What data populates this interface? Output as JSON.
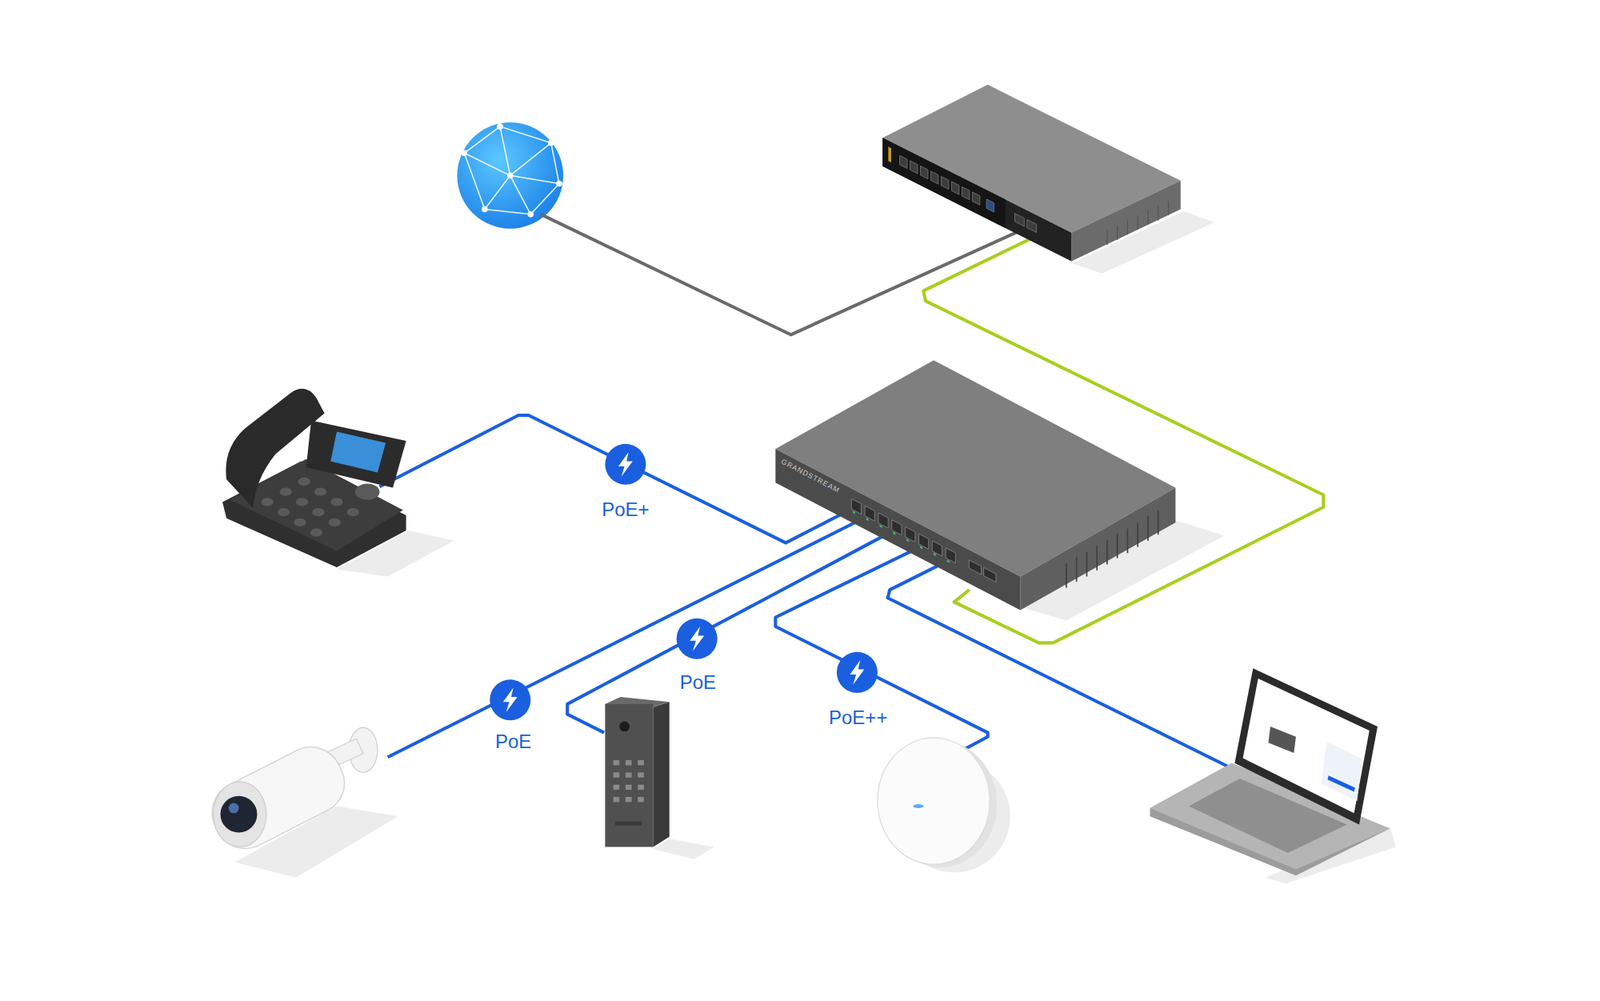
{
  "diagram": {
    "labels": [
      "PoE+",
      "PoE",
      "PoE",
      "PoE++",
      "GRANDSTREAM"
    ]
  }
}
